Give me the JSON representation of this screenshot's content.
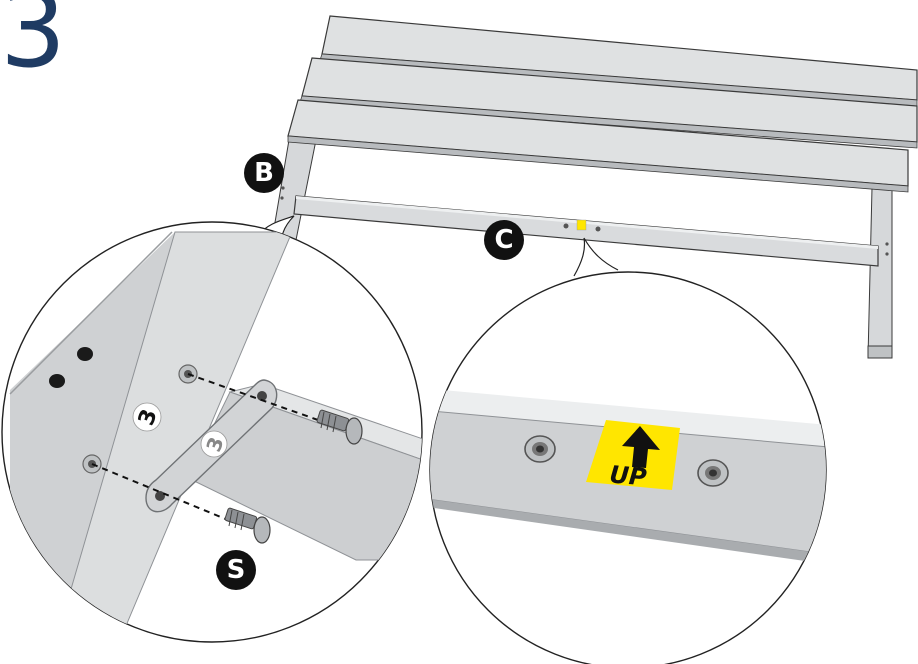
{
  "step": {
    "number": "3"
  },
  "callouts": {
    "b": "B",
    "c": "C",
    "s": "S"
  },
  "sticker": {
    "text": "UP"
  },
  "part_stamp": "3",
  "colors": {
    "step_number": "#1f3b63",
    "frame_light": "#dfe1e2",
    "frame_mid": "#c9cbcd",
    "frame_dark": "#a9acaf",
    "outline": "#3a3a3a",
    "sticker": "#ffe600",
    "callout": "#111111"
  },
  "icons": [
    "arrow-up-icon"
  ]
}
